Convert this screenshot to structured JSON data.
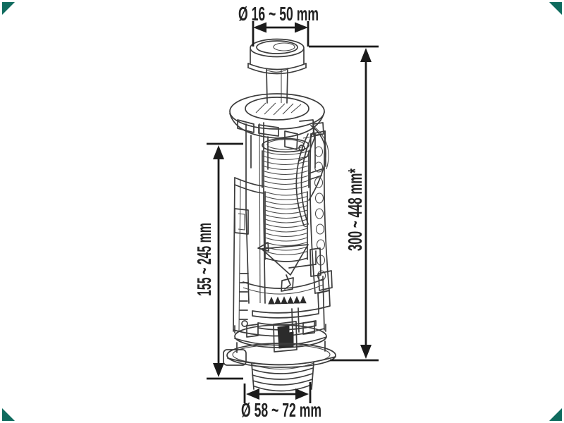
{
  "figure": {
    "description": "cutaway-technical-drawing-of-dual-flush-cistern-valve",
    "dimension_labels": {
      "top": "Ø 16 ~ 50 mm",
      "right": "300 ~ 448 mm*",
      "left": "155 ~ 245 mm",
      "bottom": "Ø 58 ~ 72 mm"
    },
    "colors": {
      "background": "#ffffff",
      "drawing_line": "#3c3c3c",
      "dimension_line": "#1b1b1b",
      "corner_accent": "#0f6b5e"
    }
  }
}
